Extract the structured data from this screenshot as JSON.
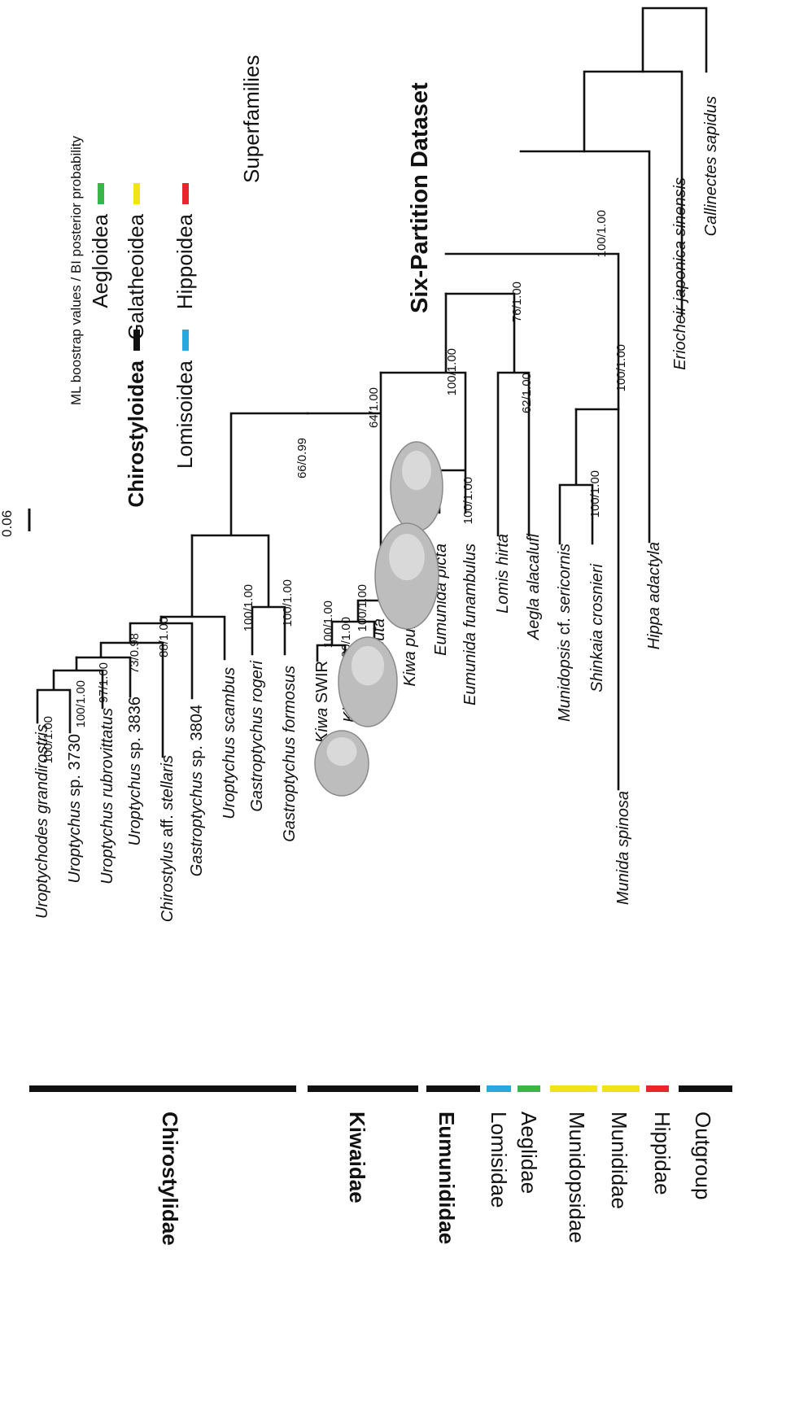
{
  "title": "Six-Partition Dataset",
  "legend": {
    "title": "Superfamilies",
    "items": [
      {
        "label": "Hippoidea",
        "color": "#e8262c",
        "bold": false
      },
      {
        "label": "Lomisoidea",
        "color": "#29a7df",
        "bold": false
      },
      {
        "label": "Galatheoidea",
        "color": "#f2e21a",
        "bold": false
      },
      {
        "label": "Chirostyloidea",
        "color": "#111111",
        "bold": true
      },
      {
        "label": "Aegloidea",
        "color": "#39b54a",
        "bold": false
      }
    ],
    "note": "ML boostrap values / BI posterior probability"
  },
  "scale_bar": {
    "label": "0.06"
  },
  "taxa": [
    {
      "name": "Callinectes sapidus"
    },
    {
      "name": "Eriocheir japonica sinensis"
    },
    {
      "name": "Hippa adactyla"
    },
    {
      "name": "Munida spinosa"
    },
    {
      "name": "Shinkaia crosnieri"
    },
    {
      "name": "Munidopsis",
      "suffix": " cf. ",
      "name2": "sericornis"
    },
    {
      "name": "Aegla alacalufi"
    },
    {
      "name": "Lomis hirta"
    },
    {
      "name": "Eumunida funambulus"
    },
    {
      "name": "Eumunida picta"
    },
    {
      "name": "Kiwa puravida"
    },
    {
      "name": "Kiwa hirsuta"
    },
    {
      "name": "Kiwa",
      "suffix": " ESR"
    },
    {
      "name": "Kiwa",
      "suffix": " SWIR"
    },
    {
      "name": "Gastroptychus formosus"
    },
    {
      "name": "Gastroptychus rogeri"
    },
    {
      "name": "Uroptychus scambus"
    },
    {
      "name": "Gastroptychus",
      "suffix": " sp. 3804"
    },
    {
      "name": "Chirostylus",
      "suffix": " aff. ",
      "name2": "stellaris"
    },
    {
      "name": "Uroptychus",
      "suffix": " sp. 3836"
    },
    {
      "name": "Uroptychus rubrovittatus"
    },
    {
      "name": "Uroptychus",
      "suffix": " sp. 3730"
    },
    {
      "name": "Uroptychodes grandirostris"
    }
  ],
  "supports": [
    "100/1.00",
    "76/1.00",
    "100/1.00",
    "100/1.00",
    "100/1.00",
    "62/1.00",
    "64/1.00",
    "100/1.00",
    "66/0.99",
    "100/1.00",
    "100/1.00",
    "100/1.00",
    "100/1.00",
    "100/1.00",
    "100/1.00",
    "88/1.00",
    "73/0.98",
    "97/1.00",
    "100/1.00",
    "100/1.00"
  ],
  "families": [
    {
      "label": "Outgroup",
      "color": "#111111",
      "bold": false
    },
    {
      "label": "Hippidae",
      "color": "#e8262c",
      "bold": false
    },
    {
      "label": "Munididae",
      "color": "#f2e21a",
      "bold": false
    },
    {
      "label": "Munidopsidae",
      "color": "#f2e21a",
      "bold": false
    },
    {
      "label": "Aeglidae",
      "color": "#39b54a",
      "bold": false
    },
    {
      "label": "Lomisidae",
      "color": "#29a7df",
      "bold": false
    },
    {
      "label": "Eumunididae",
      "color": "#111111",
      "bold": true
    },
    {
      "label": "Kiwaidae",
      "color": "#111111",
      "bold": true
    },
    {
      "label": "Chirostylidae",
      "color": "#111111",
      "bold": true
    }
  ],
  "images": [
    {
      "name": "kiwa-puravida-image"
    },
    {
      "name": "kiwa-hirsuta-image"
    },
    {
      "name": "kiwa-esr-image"
    },
    {
      "name": "kiwa-swir-image"
    }
  ]
}
